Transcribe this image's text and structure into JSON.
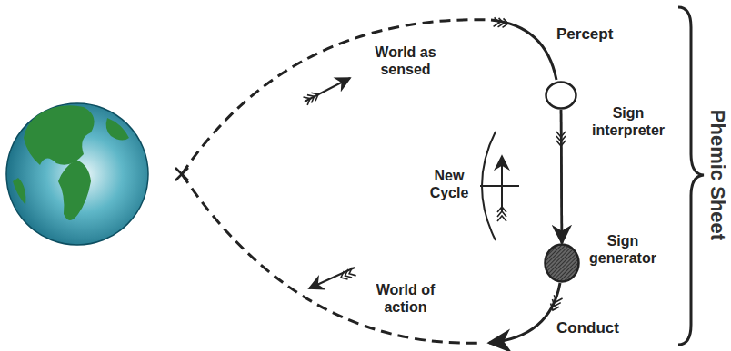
{
  "diagram": {
    "nodes": [
      {
        "text": [
          "Sign interpreter"
        ]
      },
      {
        "text": [
          "Sign generator"
        ]
      }
    ],
    "edges": [
      {
        "from": 0,
        "to": 1,
        "arrow": "to"
      },
      {
        "from": 1,
        "to": 0,
        "arrow": "none"
      }
    ],
    "labels": [
      "Percept",
      "World as sensed",
      "New Cycle",
      "World of action",
      "Conduct",
      "Phemic Sheet"
    ]
  }
}
